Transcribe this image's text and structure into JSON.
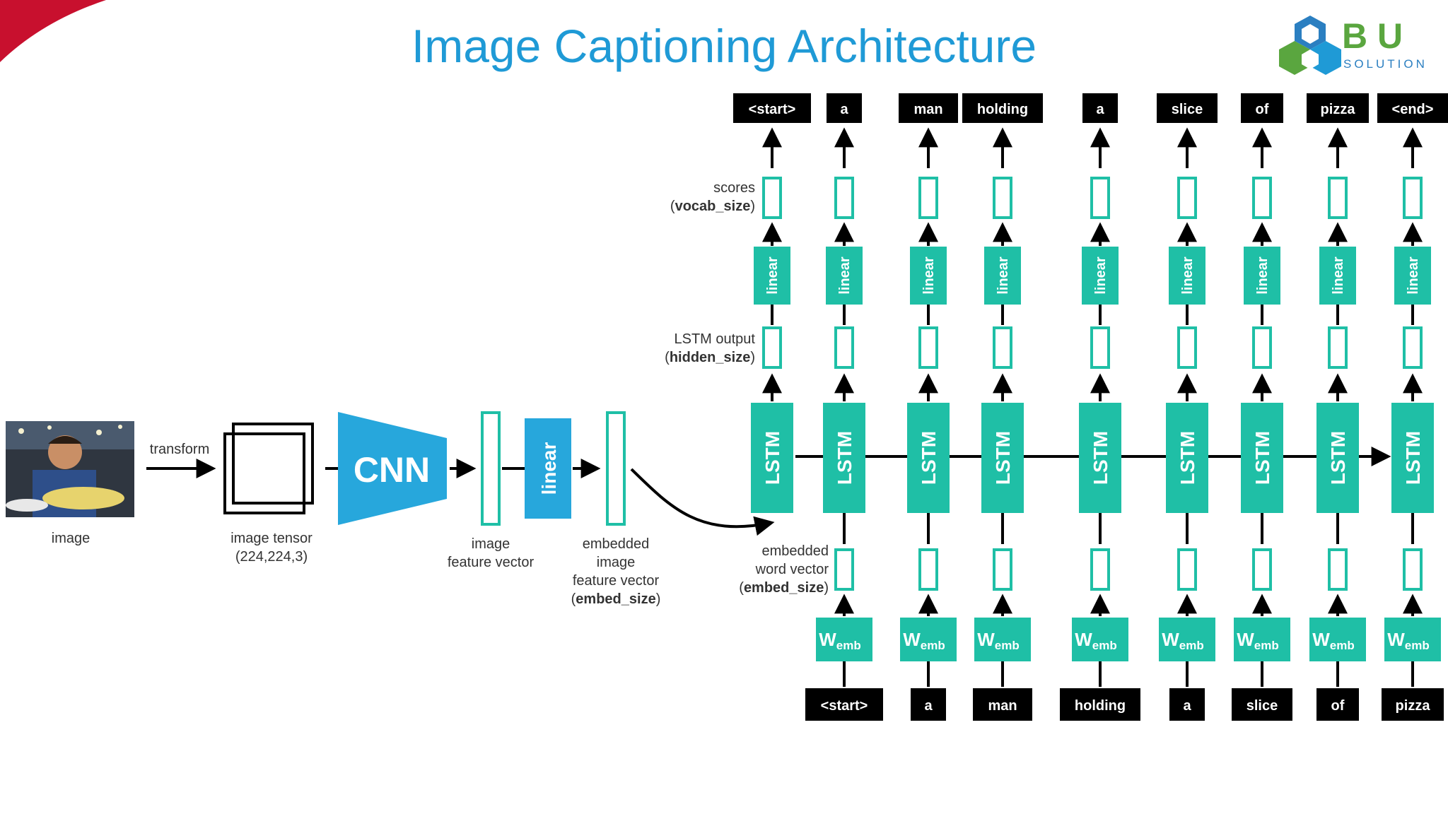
{
  "title": "Image Captioning Architecture",
  "logo": {
    "text": "B U",
    "tagline": "SOLUTION"
  },
  "colors": {
    "teal": "#1fbfa6",
    "cnn": "#27a7dc",
    "title": "#1f9ad6",
    "dark": "#000000"
  },
  "pipeline": {
    "image_label": "image",
    "transform_label": "transform",
    "tensor_label_1": "image tensor",
    "tensor_label_2": "(224,224,3)",
    "cnn_label": "CNN",
    "feature_label_1": "image",
    "feature_label_2": "feature vector",
    "linear_label": "linear",
    "embedded_label_1": "embedded",
    "embedded_label_2": "image",
    "embedded_label_3": "feature vector",
    "embed_size": "embed_size"
  },
  "labels": {
    "scores": "scores",
    "vocab_size": "vocab_size",
    "lstm_output": "LSTM output",
    "hidden_size": "hidden_size",
    "embedded": "embedded",
    "word_vector": "word vector",
    "embed_size": "embed_size",
    "linear": "linear",
    "lstm": "LSTM",
    "wemb_main": "W",
    "wemb_sub": "emb"
  },
  "output_tokens": [
    "<start>",
    "a",
    "man",
    "holding",
    "a",
    "slice",
    "of",
    "pizza",
    "<end>"
  ],
  "input_tokens": [
    "",
    "<start>",
    "a",
    "man",
    "holding",
    "a",
    "slice",
    "of",
    "pizza"
  ]
}
